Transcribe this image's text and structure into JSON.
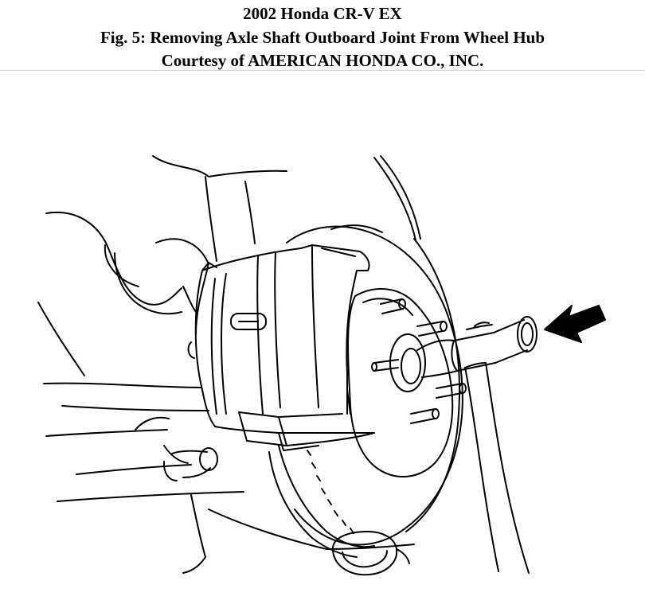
{
  "header": {
    "vehicle": "2002 Honda CR-V EX",
    "figure_caption": "Fig. 5: Removing Axle Shaft Outboard Joint From Wheel Hub",
    "courtesy": "Courtesy of AMERICAN HONDA CO., INC."
  },
  "colors": {
    "ink": "#000000",
    "paper": "#ffffff",
    "divider": "#d4d4d4"
  }
}
